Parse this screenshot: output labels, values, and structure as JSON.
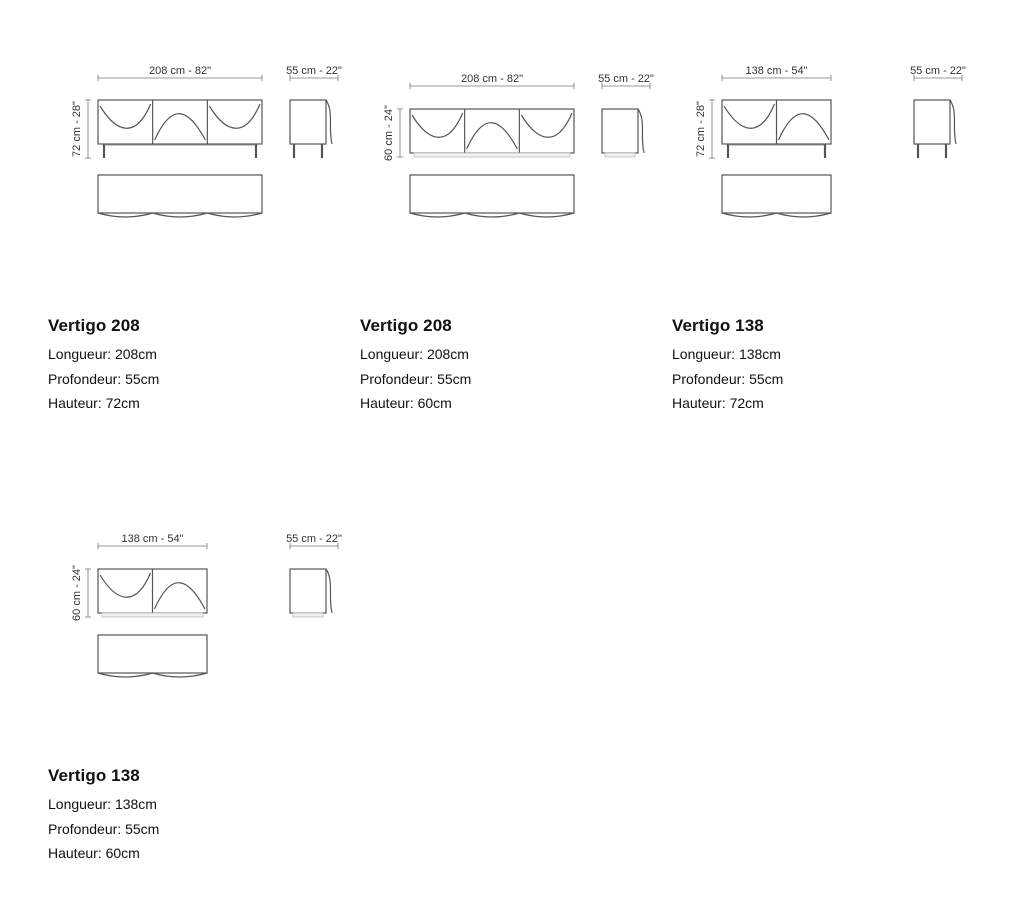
{
  "products": [
    {
      "title": "Vertigo 208",
      "drawing": {
        "width_label": "208 cm - 82\"",
        "depth_label": "55 cm - 22\"",
        "height_label": "72 cm - 28\"",
        "doors": 3,
        "base": "legs"
      },
      "specs": [
        {
          "label": "Longueur",
          "value": "208cm"
        },
        {
          "label": "Profondeur",
          "value": "55cm"
        },
        {
          "label": "Hauteur",
          "value": "72cm"
        }
      ]
    },
    {
      "title": "Vertigo 208",
      "drawing": {
        "width_label": "208 cm - 82\"",
        "depth_label": "55 cm - 22\"",
        "height_label": "60 cm - 24\"",
        "doors": 3,
        "base": "plinth"
      },
      "specs": [
        {
          "label": "Longueur",
          "value": "208cm"
        },
        {
          "label": "Profondeur",
          "value": "55cm"
        },
        {
          "label": "Hauteur",
          "value": "60cm"
        }
      ]
    },
    {
      "title": "Vertigo 138",
      "drawing": {
        "width_label": "138 cm - 54\"",
        "depth_label": "55 cm - 22\"",
        "height_label": "72 cm - 28\"",
        "doors": 2,
        "base": "legs"
      },
      "specs": [
        {
          "label": "Longueur",
          "value": "138cm"
        },
        {
          "label": "Profondeur",
          "value": "55cm"
        },
        {
          "label": "Hauteur",
          "value": "72cm"
        }
      ]
    },
    {
      "title": "Vertigo 138",
      "drawing": {
        "width_label": "138 cm - 54\"",
        "depth_label": "55 cm - 22\"",
        "height_label": "60 cm - 24\"",
        "doors": 2,
        "base": "plinth"
      },
      "specs": [
        {
          "label": "Longueur",
          "value": "138cm"
        },
        {
          "label": "Profondeur",
          "value": "55cm"
        },
        {
          "label": "Hauteur",
          "value": "60cm"
        }
      ]
    }
  ]
}
